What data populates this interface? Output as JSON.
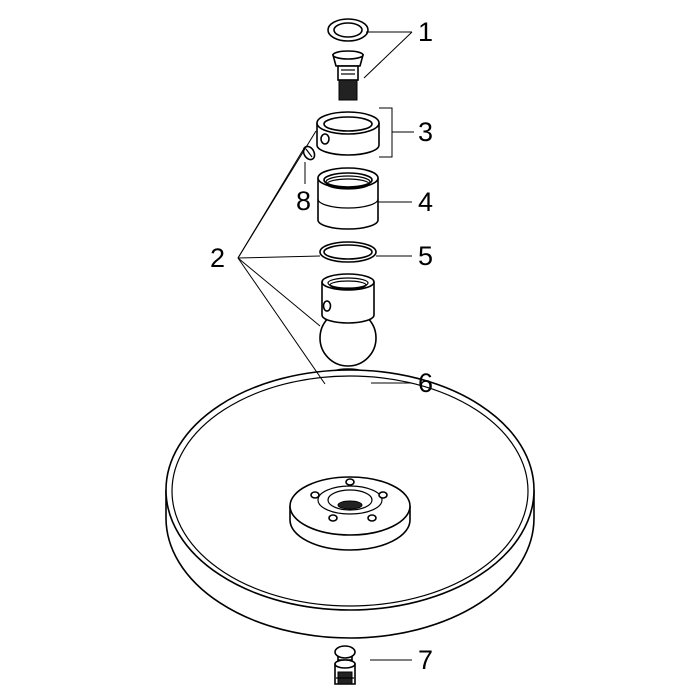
{
  "labels": [
    {
      "id": "1",
      "text": "1"
    },
    {
      "id": "2",
      "text": "2"
    },
    {
      "id": "3",
      "text": "3"
    },
    {
      "id": "4",
      "text": "4"
    },
    {
      "id": "5",
      "text": "5"
    },
    {
      "id": "6",
      "text": "6"
    },
    {
      "id": "7",
      "text": "7"
    },
    {
      "id": "8",
      "text": "8"
    }
  ],
  "colors": {
    "line": "#000000",
    "background": "#ffffff"
  }
}
